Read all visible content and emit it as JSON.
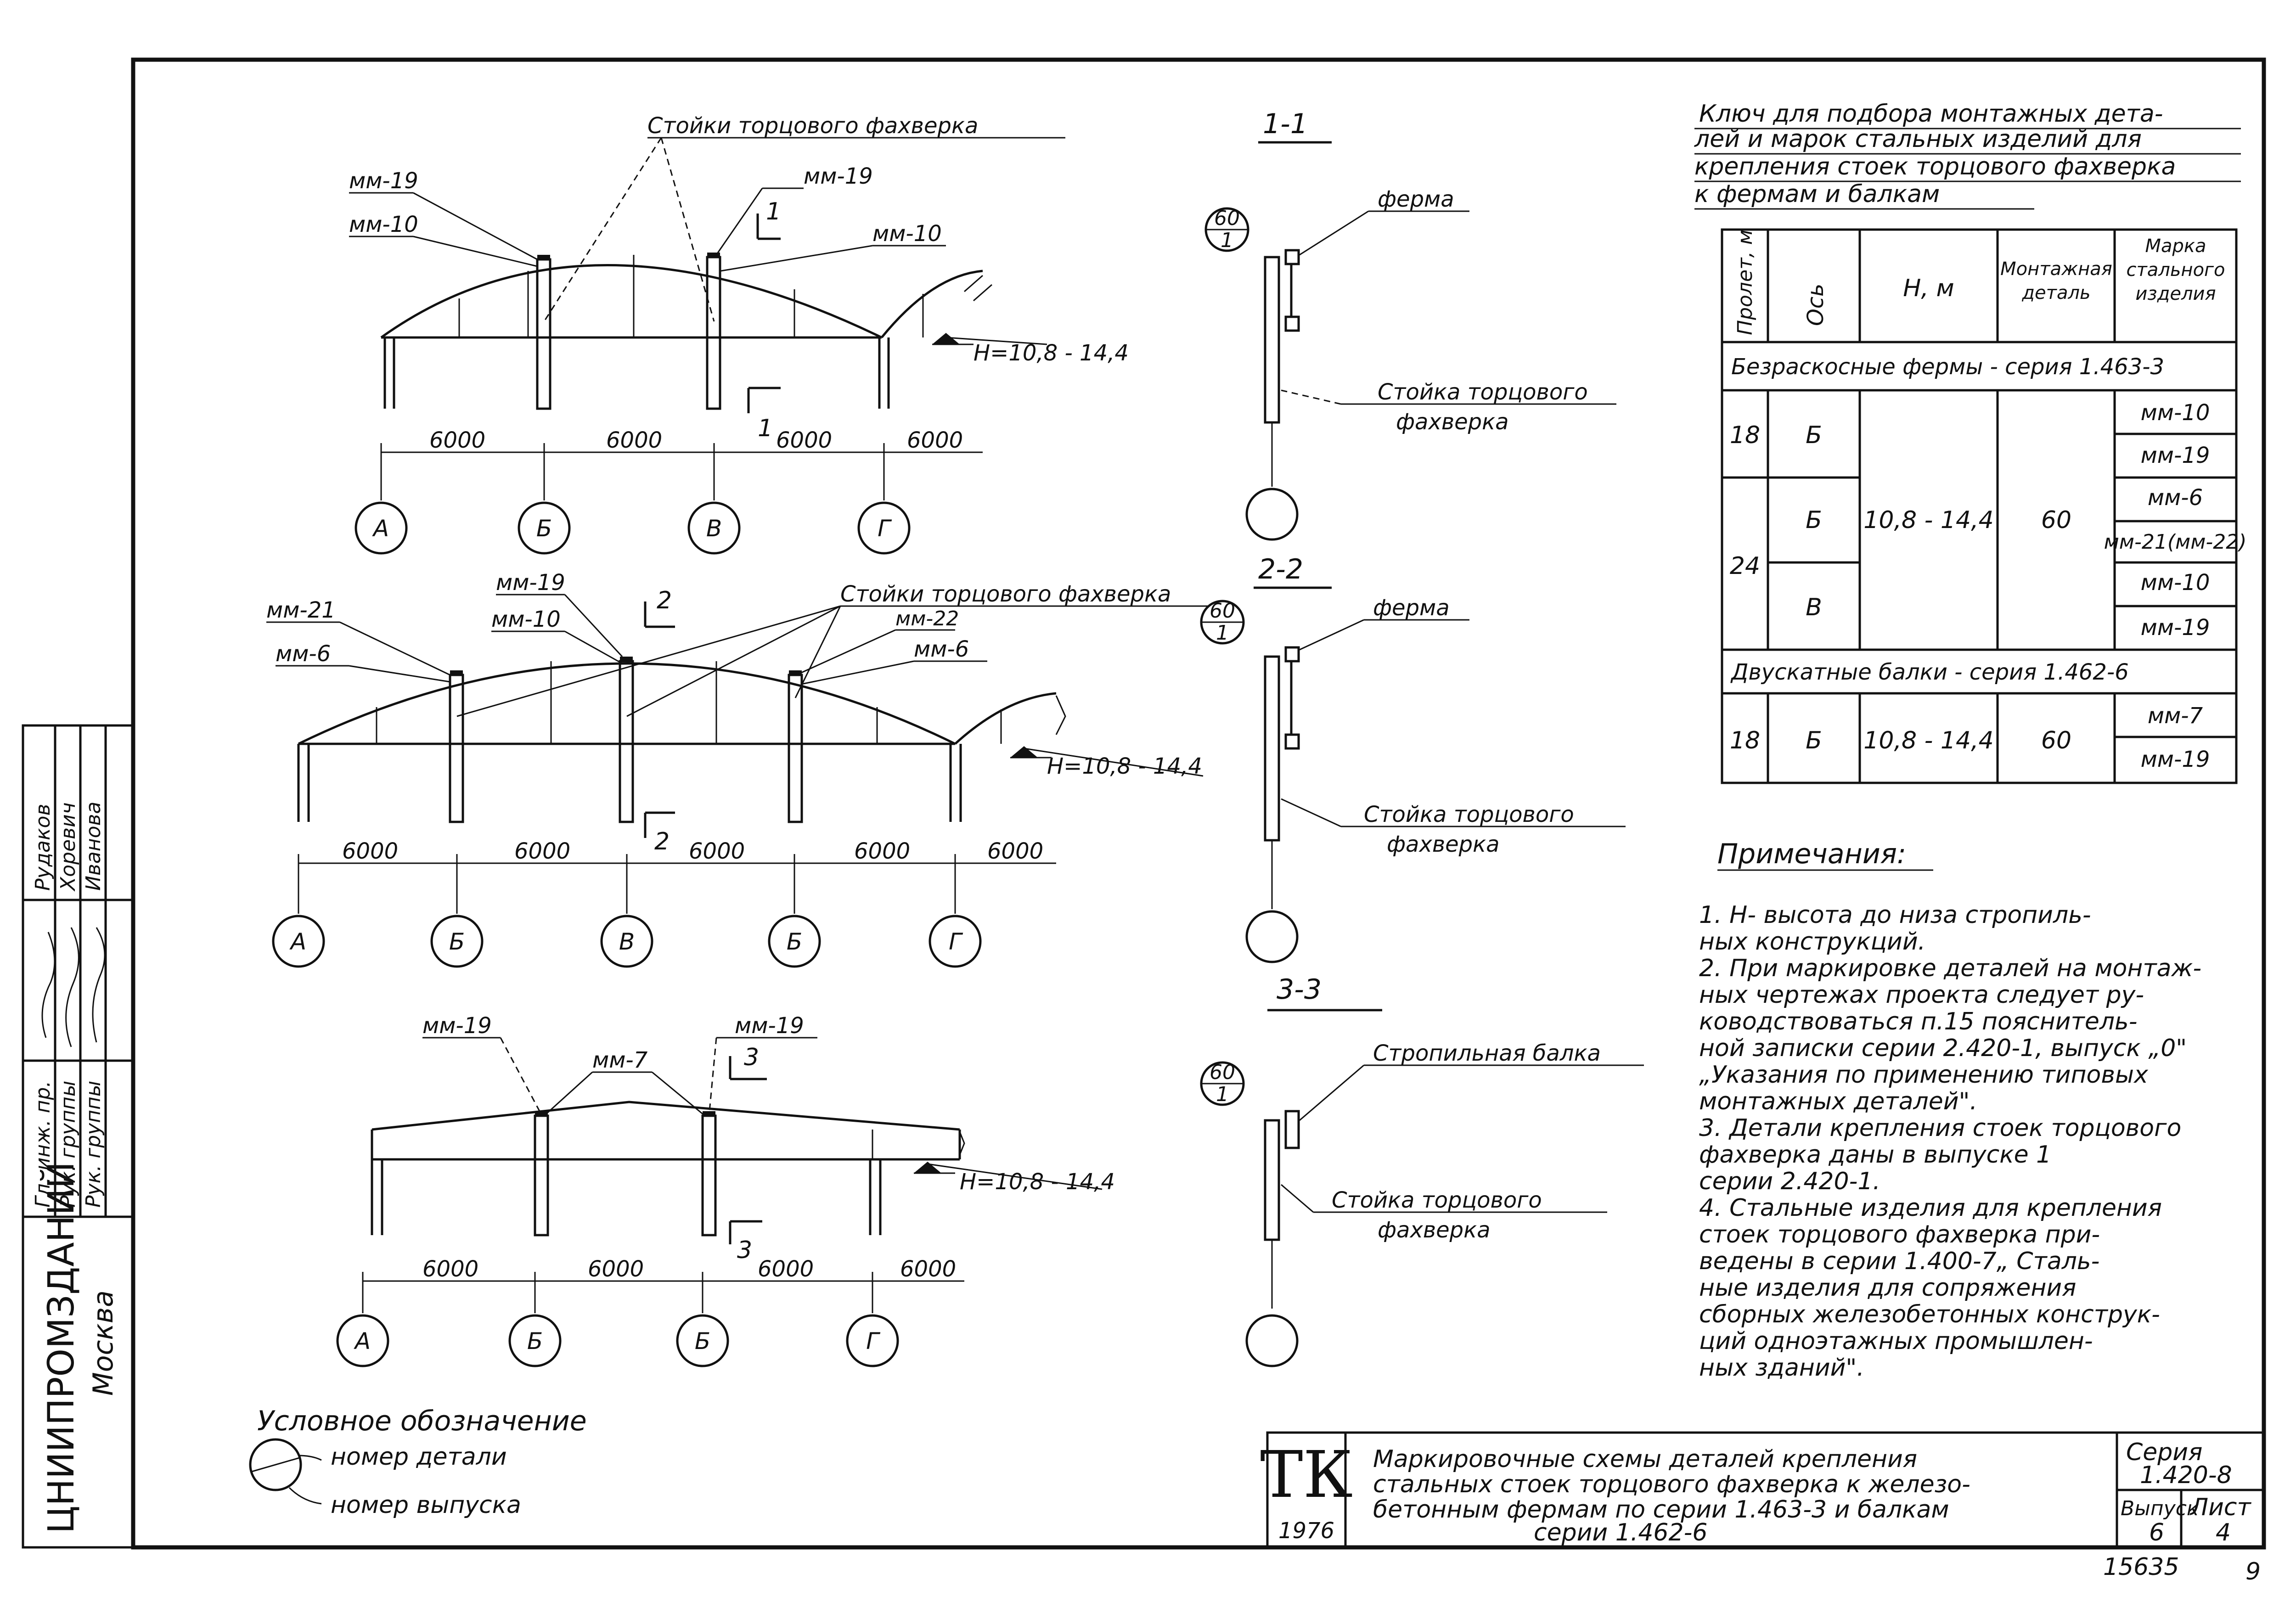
{
  "schemes": [
    {
      "top_labels": [
        "мм-19",
        "мм-10",
        "мм-19",
        "мм-10"
      ],
      "title": "Стойки торцового фахверка",
      "section_mark": "1",
      "height_label": "H=10,8 - 14,4",
      "spans": [
        "6000",
        "6000",
        "6000",
        "6000"
      ],
      "axes": [
        "А",
        "Б",
        "В",
        "Г"
      ]
    },
    {
      "top_labels": [
        "мм-21",
        "мм-6",
        "мм-19",
        "мм-10",
        "мм-22",
        "мм-6"
      ],
      "title": "Стойки торцового фахверка",
      "section_mark": "2",
      "height_label": "H=10,8 - 14,4",
      "spans": [
        "6000",
        "6000",
        "6000",
        "6000",
        "6000"
      ],
      "axes": [
        "А",
        "Б",
        "В",
        "Б",
        "Г"
      ]
    },
    {
      "top_labels": [
        "мм-19",
        "мм-7",
        "мм-19"
      ],
      "section_mark": "3",
      "height_label": "H=10,8 - 14,4",
      "spans": [
        "6000",
        "6000",
        "6000",
        "6000"
      ],
      "axes": [
        "А",
        "Б",
        "Б",
        "Г"
      ]
    }
  ],
  "sections": [
    {
      "title": "1-1",
      "top_label": "ферма",
      "bottom_label_1": "Стойка торцового",
      "bottom_label_2": "фахверка",
      "detail_num": "60",
      "detail_issue": "1"
    },
    {
      "title": "2-2",
      "top_label": "ферма",
      "bottom_label_1": "Стойка торцового",
      "bottom_label_2": "фахверка",
      "detail_num": "60",
      "detail_issue": "1"
    },
    {
      "title": "3-3",
      "top_label": "Стропильная балка",
      "bottom_label_1": "Стойка торцового",
      "bottom_label_2": "фахверка",
      "detail_num": "60",
      "detail_issue": "1"
    }
  ],
  "key": {
    "title_lines": [
      "Ключ для подбора монтажных дета-",
      "лей и марок стальных изделий для",
      "крепления стоек торцового фахверка",
      "к фермам и балкам"
    ],
    "headers": [
      "Пролет, м",
      "Ось",
      "H, м",
      "Монтажная деталь",
      "Марка стального изделия"
    ],
    "group1": "Безраскосные фермы - серия 1.463-3",
    "group2": "Двускатные балки - серия 1.462-6",
    "rows": {
      "span18": "18",
      "span24": "24",
      "span18b": "18",
      "axisB1": "Б",
      "axisB2": "Б",
      "axisV": "В",
      "axisB3": "Б",
      "h1": "10,8 - 14,4",
      "h2": "10,8 - 14,4",
      "det1": "60",
      "det2": "60",
      "m1": "мм-10",
      "m2": "мм-19",
      "m3": "мм-6",
      "m4": "мм-21(мм-22)",
      "m5": "мм-10",
      "m6": "мм-19",
      "m7": "мм-7",
      "m8": "мм-19"
    }
  },
  "notes": {
    "title": "Примечания:",
    "lines": [
      "1. H- высота до низа стропиль-",
      "   ных конструкций.",
      "2. При маркировке деталей на монтаж-",
      "   ных чертежах проекта следует ру-",
      "   ководствоваться п.15 пояснитель-",
      "   ной записки серии 2.420-1, выпуск „0\"",
      "   „Указания по применению типовых",
      "   монтажных деталей\".",
      "3. Детали крепления стоек торцового",
      "   фахверка даны в выпуске 1",
      "   серии 2.420-1.",
      "4. Стальные изделия для крепления",
      "   стоек торцового фахверка при-",
      "   ведены в серии 1.400-7„ Сталь-",
      "   ные изделия для сопряжения",
      "   сборных железобетонных конструк-",
      "   ций одноэтажных промышлен-",
      "   ных зданий\"."
    ]
  },
  "legend": {
    "title": "Условное обозначение",
    "item1": "номер детали",
    "item2": "номер выпуска"
  },
  "stamp": {
    "org": "ЦНИИПРОМЗДАНИЙ",
    "city": "Москва",
    "roles": [
      "Гл. инж. пр.",
      "Рук. группы",
      "Рук. группы"
    ],
    "names": [
      "Рудаков",
      "Хоревич",
      "Иванова"
    ]
  },
  "title_block": {
    "tk": "ТК",
    "year": "1976",
    "title_lines": [
      "Маркировочные схемы деталей крепления",
      "стальных стоек торцового фахверка к железо-",
      "бетонным фермам по серии 1.463-3 и балкам",
      "серии 1.462-6"
    ],
    "series_label": "Серия",
    "series": "1.420-8",
    "issue_label": "Выпуск",
    "issue": "6",
    "sheet_label": "Лист",
    "sheet": "4",
    "doc_num": "15635",
    "page_num": "9"
  }
}
